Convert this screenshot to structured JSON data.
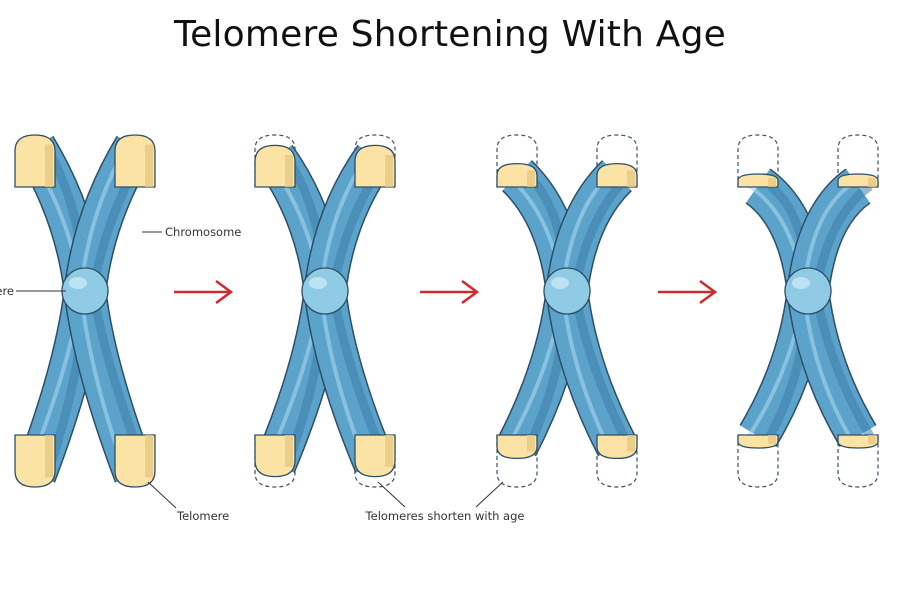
{
  "title": "Telomere Shortening With Age",
  "labels": {
    "chromosome": "Chromosome",
    "centromere": "Centromere",
    "telomere": "Telomere",
    "shorten": "Telomeres shorten with age"
  },
  "stages": [
    {
      "telomere_fraction": 1.0
    },
    {
      "telomere_fraction": 0.8
    },
    {
      "telomere_fraction": 0.45
    },
    {
      "telomere_fraction": 0.25
    }
  ],
  "colors": {
    "arm": "#5ba3cb",
    "arm_dark": "#3e7fa9",
    "arm_light": "#a8d6ee",
    "telomere": "#fbe2a5",
    "telomere_dark": "#e6c982",
    "centromere": "#8fcbe4",
    "outline": "#2e4e66",
    "arrow": "#d12a2a",
    "dash": "#3a5068"
  }
}
